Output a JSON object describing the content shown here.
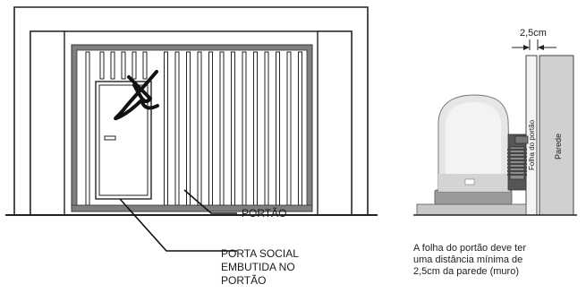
{
  "left_diagram": {
    "label_gate": "PORTÃO",
    "label_door": [
      "PORTA SOCIAL",
      "EMBUTIDA NO",
      "PORTÃO"
    ]
  },
  "right_diagram": {
    "dimension": "2,5cm",
    "gate_leaf_label": "Folha do portão",
    "wall_label": "Parede",
    "caption": [
      "A folha do portão deve ter",
      "uma distância mínima de",
      "2,5cm da parede (muro)"
    ]
  }
}
